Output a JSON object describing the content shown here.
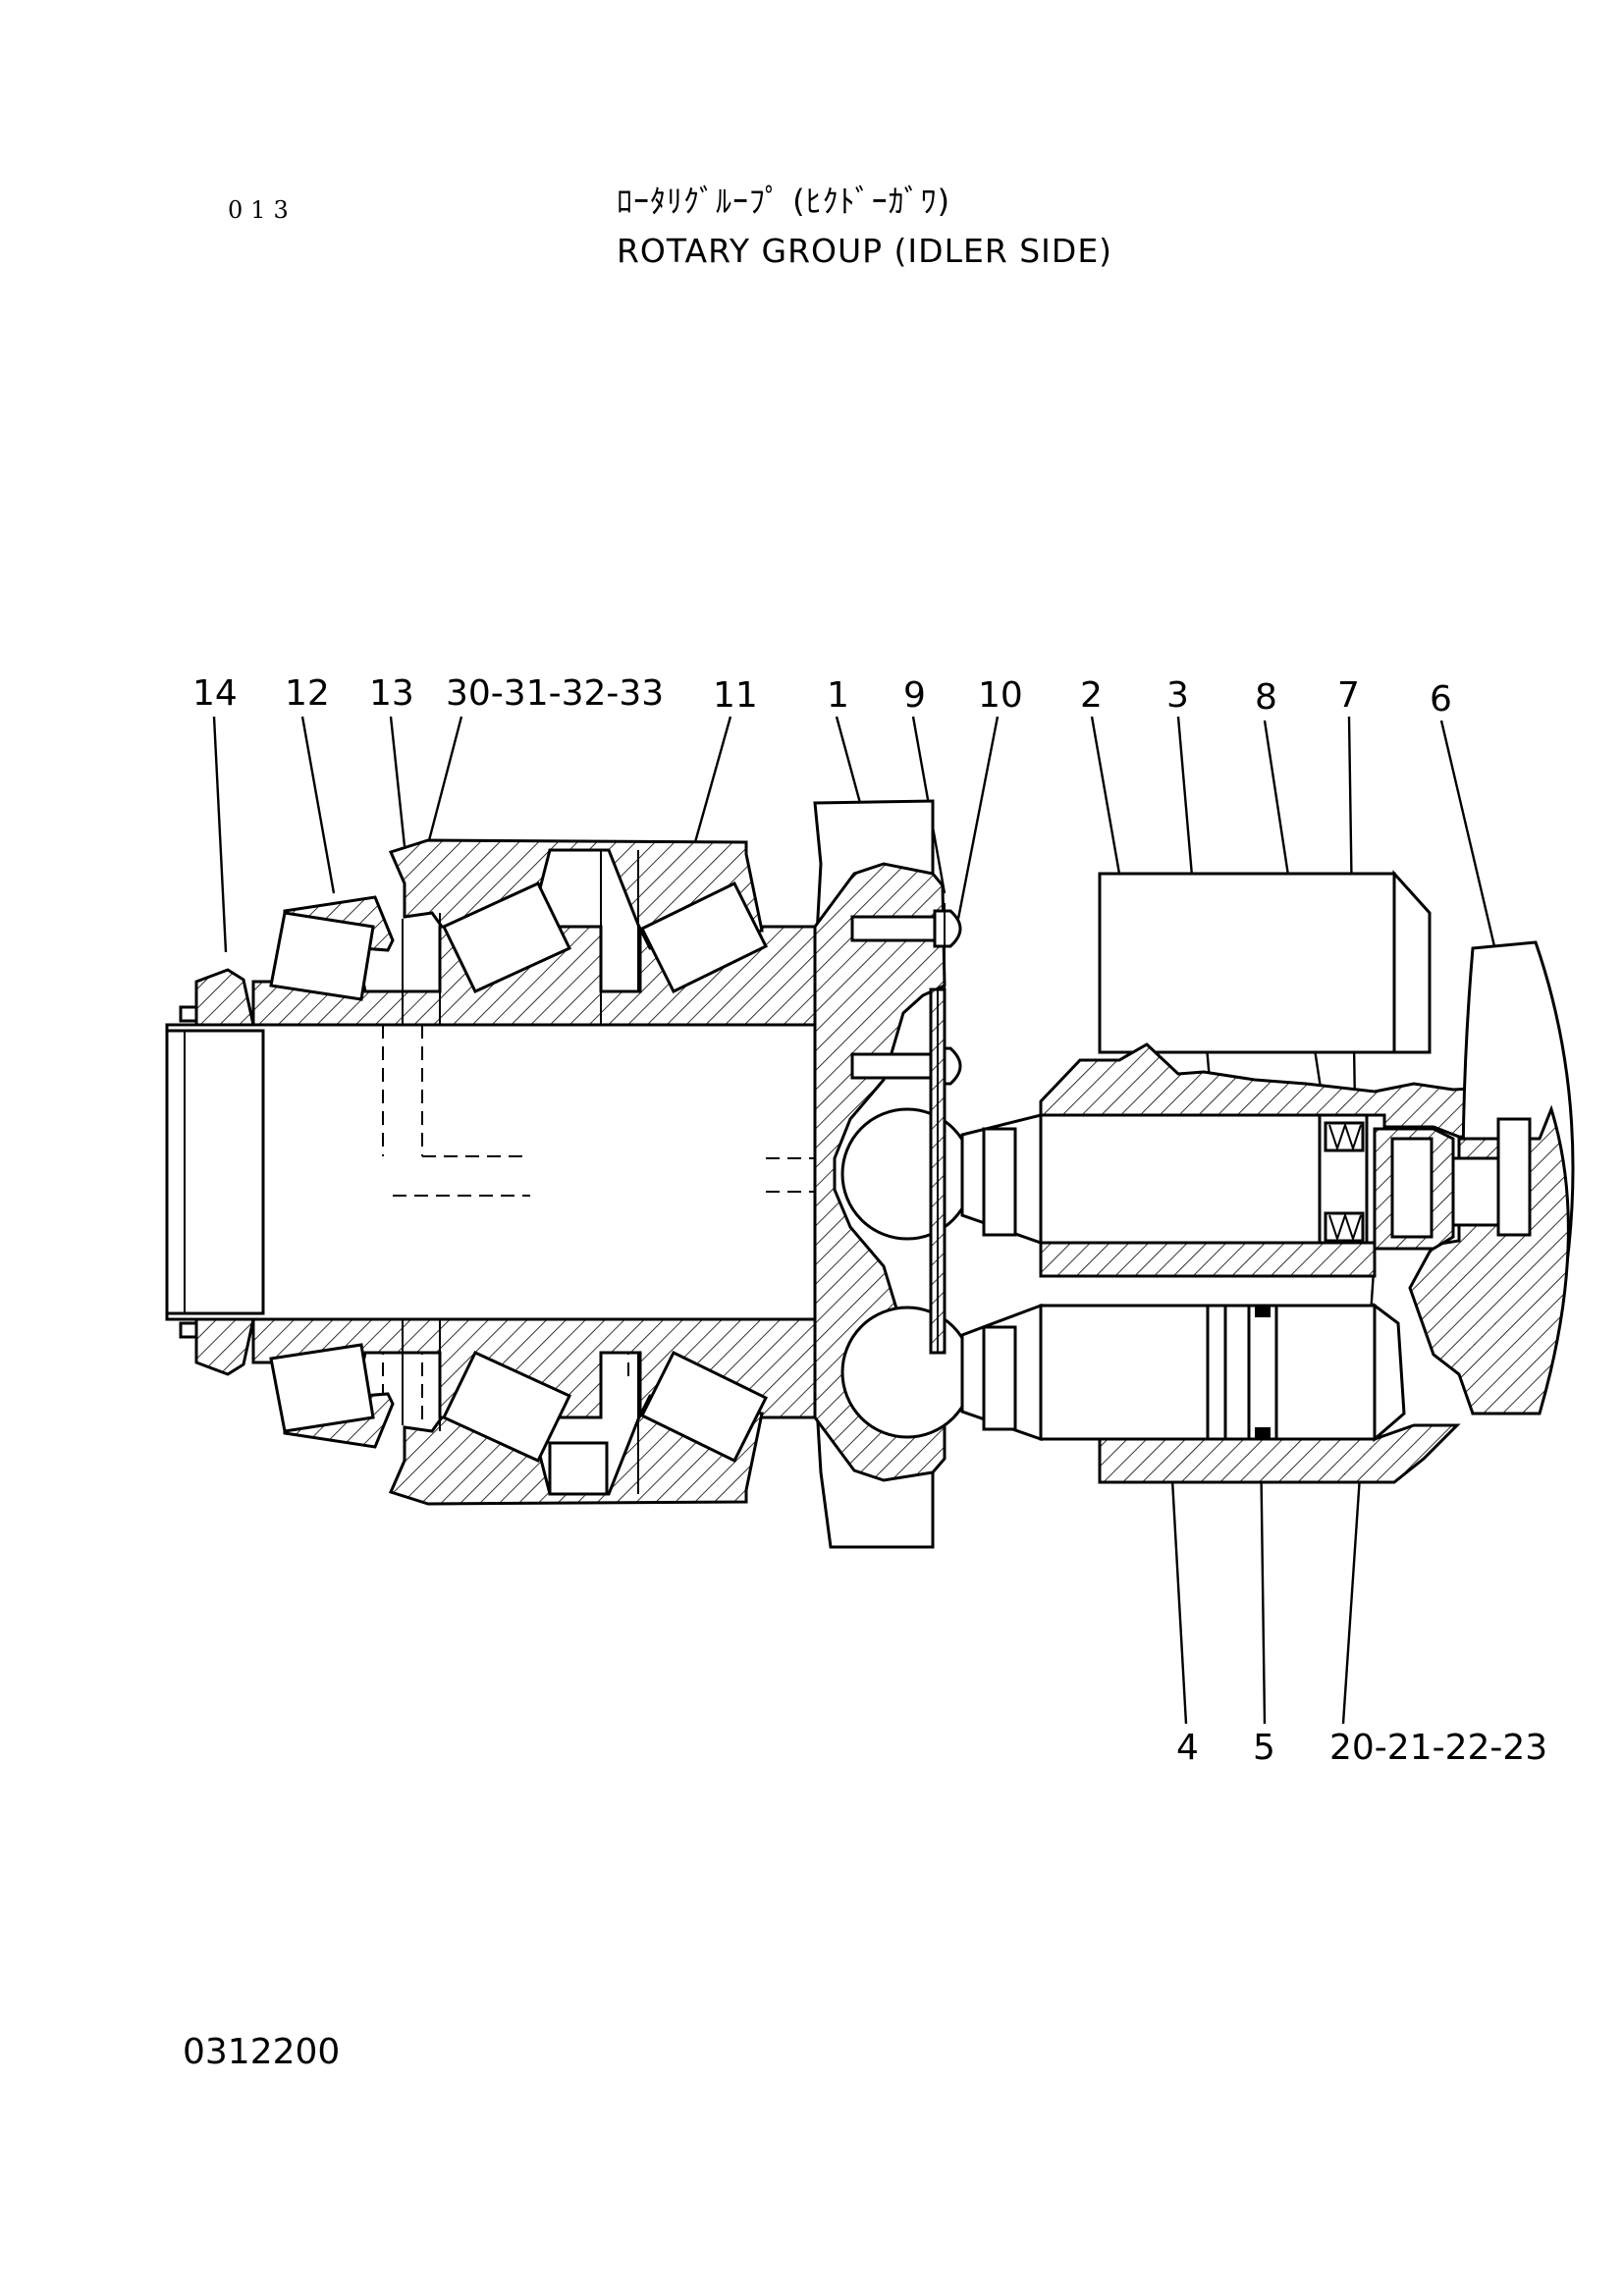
{
  "page": {
    "number": "013",
    "title_jp": "ﾛｰﾀﾘｸﾞﾙｰﾌﾟ (ﾋｸﾄﾞｰｶﾞﾜ)",
    "title_en": "ROTARY GROUP (IDLER SIDE)",
    "drawing_number": "0312200"
  },
  "callouts_top": [
    "14",
    "12",
    "13",
    "30-31-32-33",
    "11",
    "1",
    "9",
    "10",
    "2",
    "3",
    "8",
    "7",
    "6"
  ],
  "callouts_bottom": [
    "4",
    "5",
    "20-21-22-23"
  ]
}
